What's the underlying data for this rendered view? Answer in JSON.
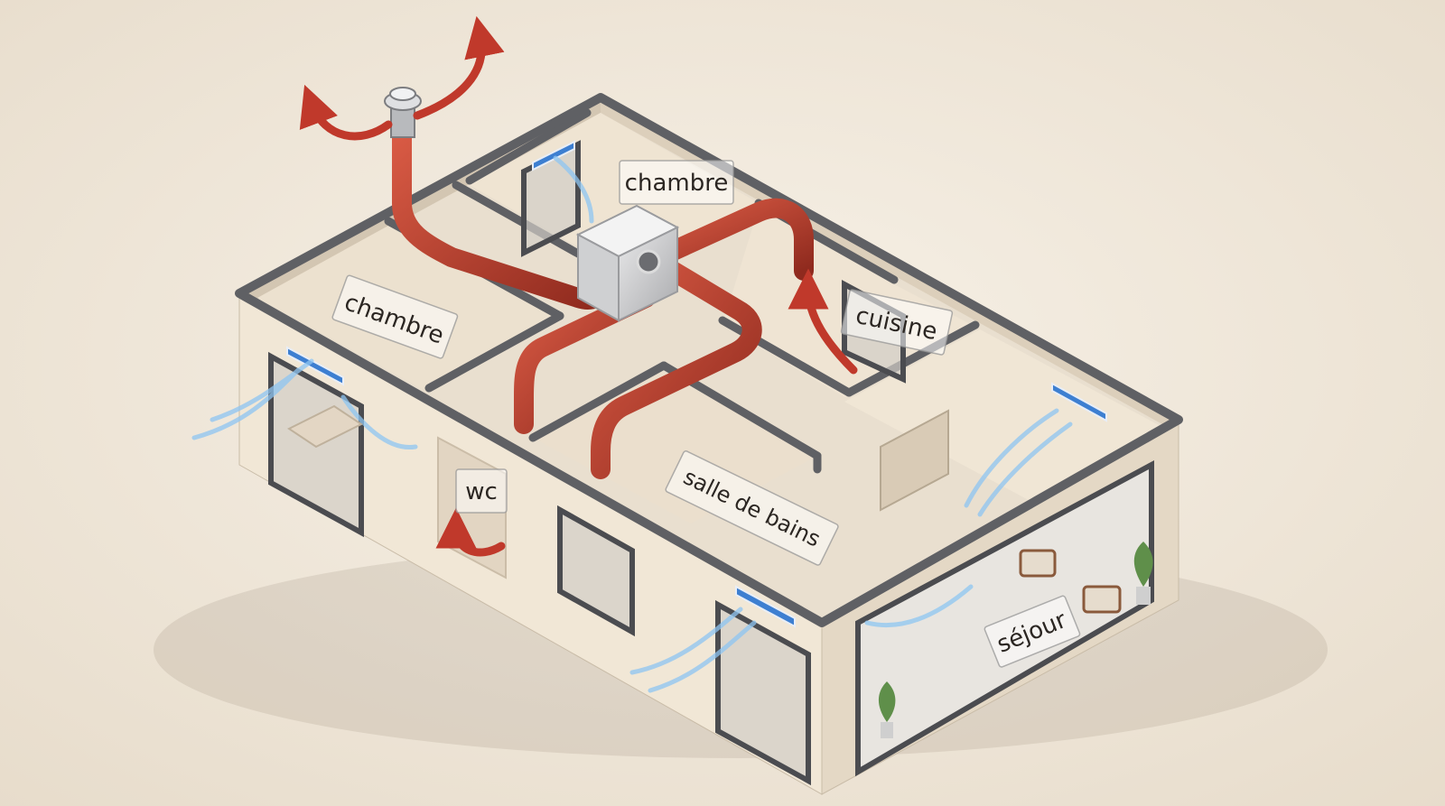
{
  "labels": {
    "chambre_top": "chambre",
    "chambre_left": "chambre",
    "cuisine": "cuisine",
    "wc": "wc",
    "salle_de_bains": "salle de bains",
    "sejour": "séjour"
  },
  "icons": [
    "vmc-unit-icon",
    "roof-exhaust-icon",
    "fresh-air-inlet-icon",
    "extract-flow-arrow-icon"
  ],
  "colors": {
    "background": "#efe6d8",
    "wall": "#f1e7d6",
    "wall_top": "#5f6064",
    "duct": "#b93a2a",
    "extract_arrow": "#c0392b",
    "fresh_air": "#8ec5f2",
    "inlet_vent": "#3d7fd1"
  }
}
